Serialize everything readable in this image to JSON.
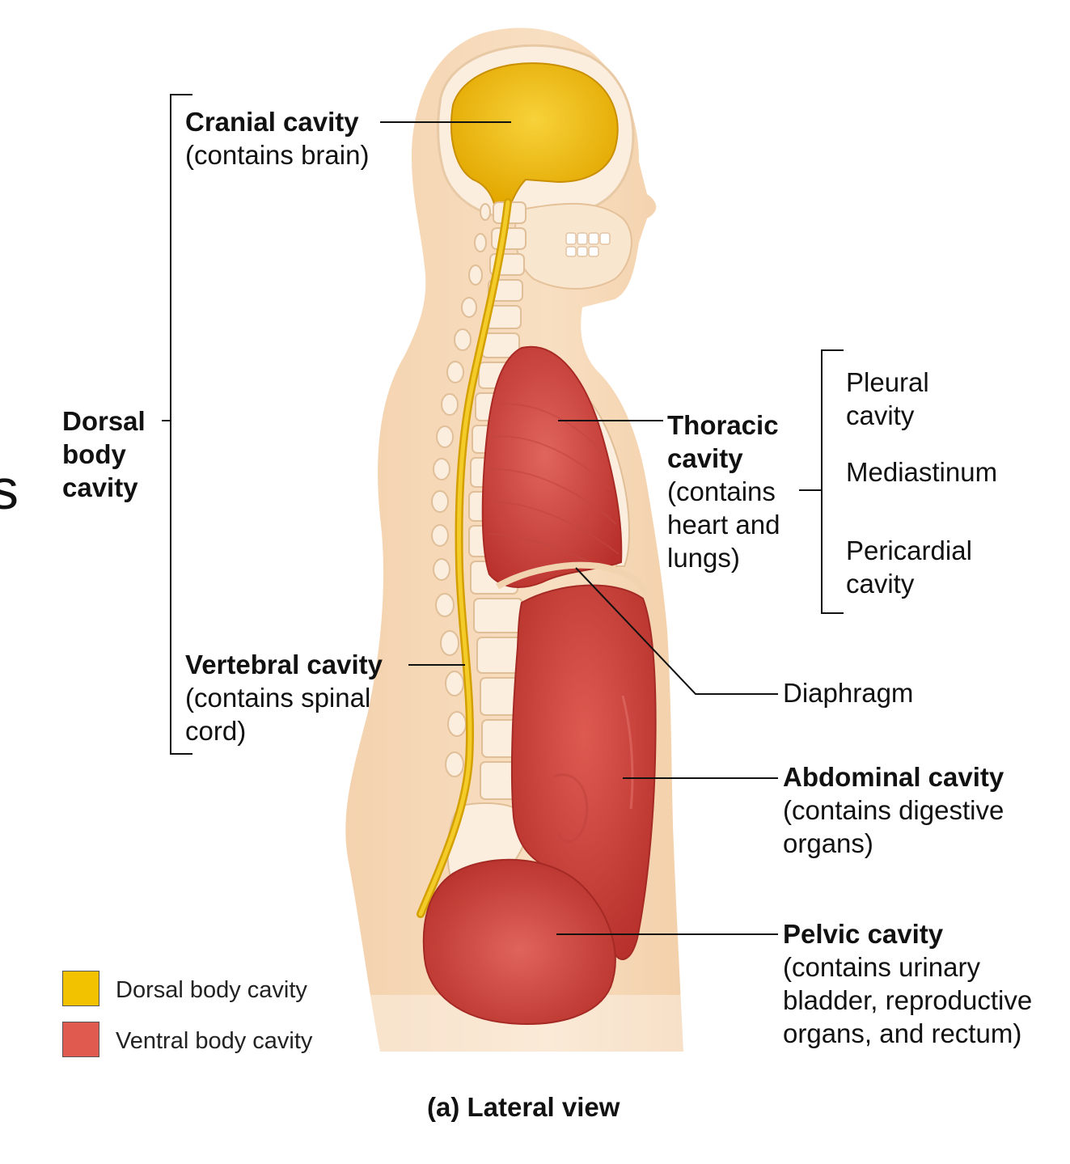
{
  "labels": {
    "cranial": {
      "title": "Cranial cavity",
      "sub": "(contains brain)"
    },
    "dorsal": {
      "l1": "Dorsal",
      "l2": "body",
      "l3": "cavity"
    },
    "vertebral": {
      "title": "Vertebral cavity",
      "sub1": "(contains spinal",
      "sub2": "cord)"
    },
    "thoracic": {
      "t1": "Thoracic",
      "t2": "cavity",
      "s1": "(contains",
      "s2": "heart and",
      "s3": "lungs)"
    },
    "pleural": {
      "l1": "Pleural",
      "l2": "cavity"
    },
    "mediastinum": "Mediastinum",
    "pericardial": {
      "l1": "Pericardial",
      "l2": "cavity"
    },
    "diaphragm": "Diaphragm",
    "abdominal": {
      "title": "Abdominal cavity",
      "sub1": "(contains digestive",
      "sub2": "organs)"
    },
    "pelvic": {
      "title": "Pelvic cavity",
      "sub1": "(contains urinary",
      "sub2": "bladder, reproductive",
      "sub3": "organs, and rectum)"
    }
  },
  "legend": [
    {
      "label": "Dorsal body cavity",
      "color": "#f2c200"
    },
    {
      "label": "Ventral body cavity",
      "color": "#e05a50"
    }
  ],
  "caption": "(a) Lateral view",
  "stray_glyph": "s",
  "colors": {
    "skin": "#f7dcbc",
    "bone": "#fbeede",
    "dorsal": "#f2c200",
    "ventral": "#d9453d"
  }
}
